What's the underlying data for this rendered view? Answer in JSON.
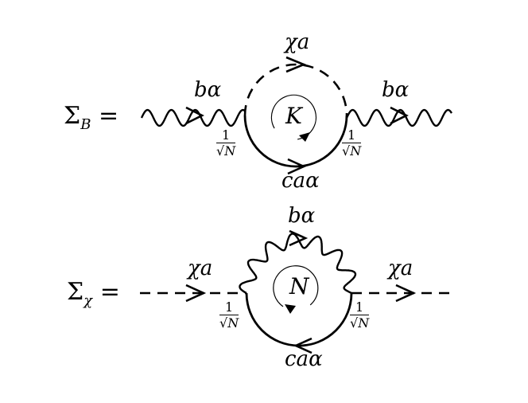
{
  "top_diagram": {
    "lhs": "ΣB =",
    "lhs_base": "Σ",
    "lhs_sub": "B",
    "lhs_eq": "=",
    "upper_propagator_label": "χa",
    "lower_propagator_label": "caα",
    "left_external_label": "bα",
    "right_external_label": "bα",
    "loop_label": "K",
    "left_vertex_coupling": {
      "numerator": "1",
      "denominator": "√N"
    },
    "right_vertex_coupling": {
      "numerator": "1",
      "denominator": "√N"
    }
  },
  "bottom_diagram": {
    "lhs": "Σχ =",
    "lhs_base": "Σ",
    "lhs_sub": "χ",
    "lhs_eq": "=",
    "upper_propagator_label": "bα",
    "lower_propagator_label": "caα",
    "left_external_label": "χa",
    "right_external_label": "χa",
    "loop_label": "N",
    "left_vertex_coupling": {
      "numerator": "1",
      "denominator": "√N"
    },
    "right_vertex_coupling": {
      "numerator": "1",
      "denominator": "√N"
    }
  },
  "colors": {
    "line": "#000000",
    "background": "#ffffff"
  }
}
